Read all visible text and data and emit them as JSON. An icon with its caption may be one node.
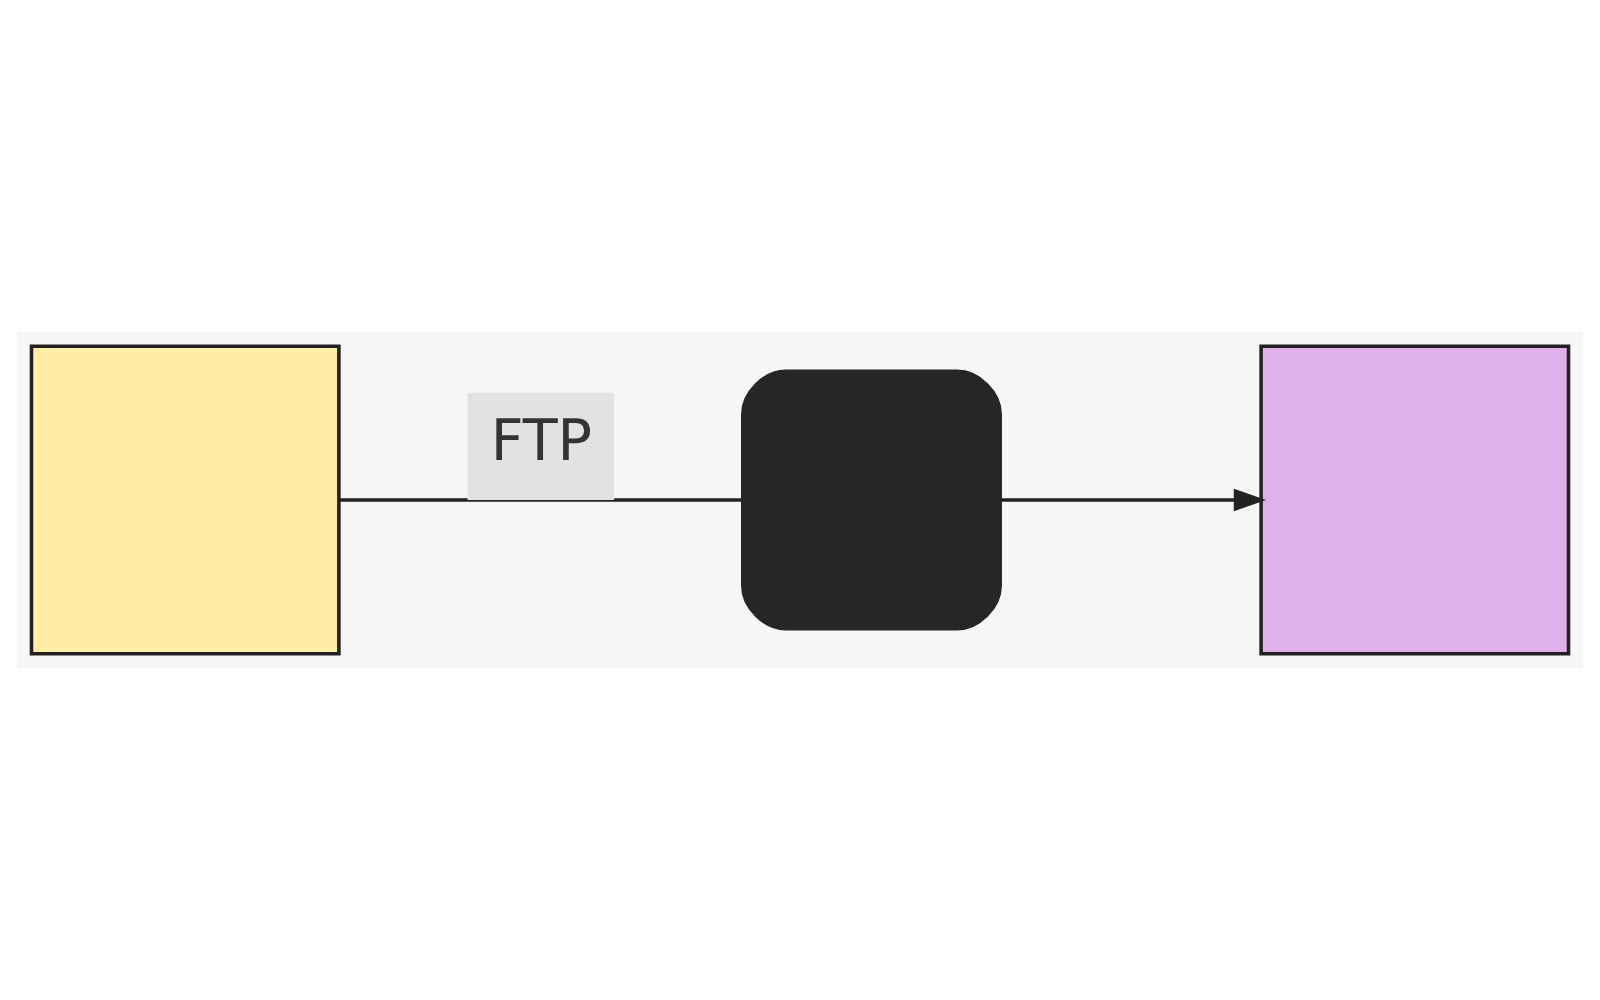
{
  "diagram": {
    "nodes": [
      {
        "text": [],
        "shape": "box"
      },
      {
        "text": [],
        "shape": "box"
      },
      {
        "text": [],
        "shape": "box"
      }
    ],
    "edges": [
      {
        "from": 0,
        "to": 1,
        "arrow": "none",
        "label": "FTP"
      },
      {
        "from": 1,
        "to": 2,
        "arrow": "to"
      }
    ]
  }
}
